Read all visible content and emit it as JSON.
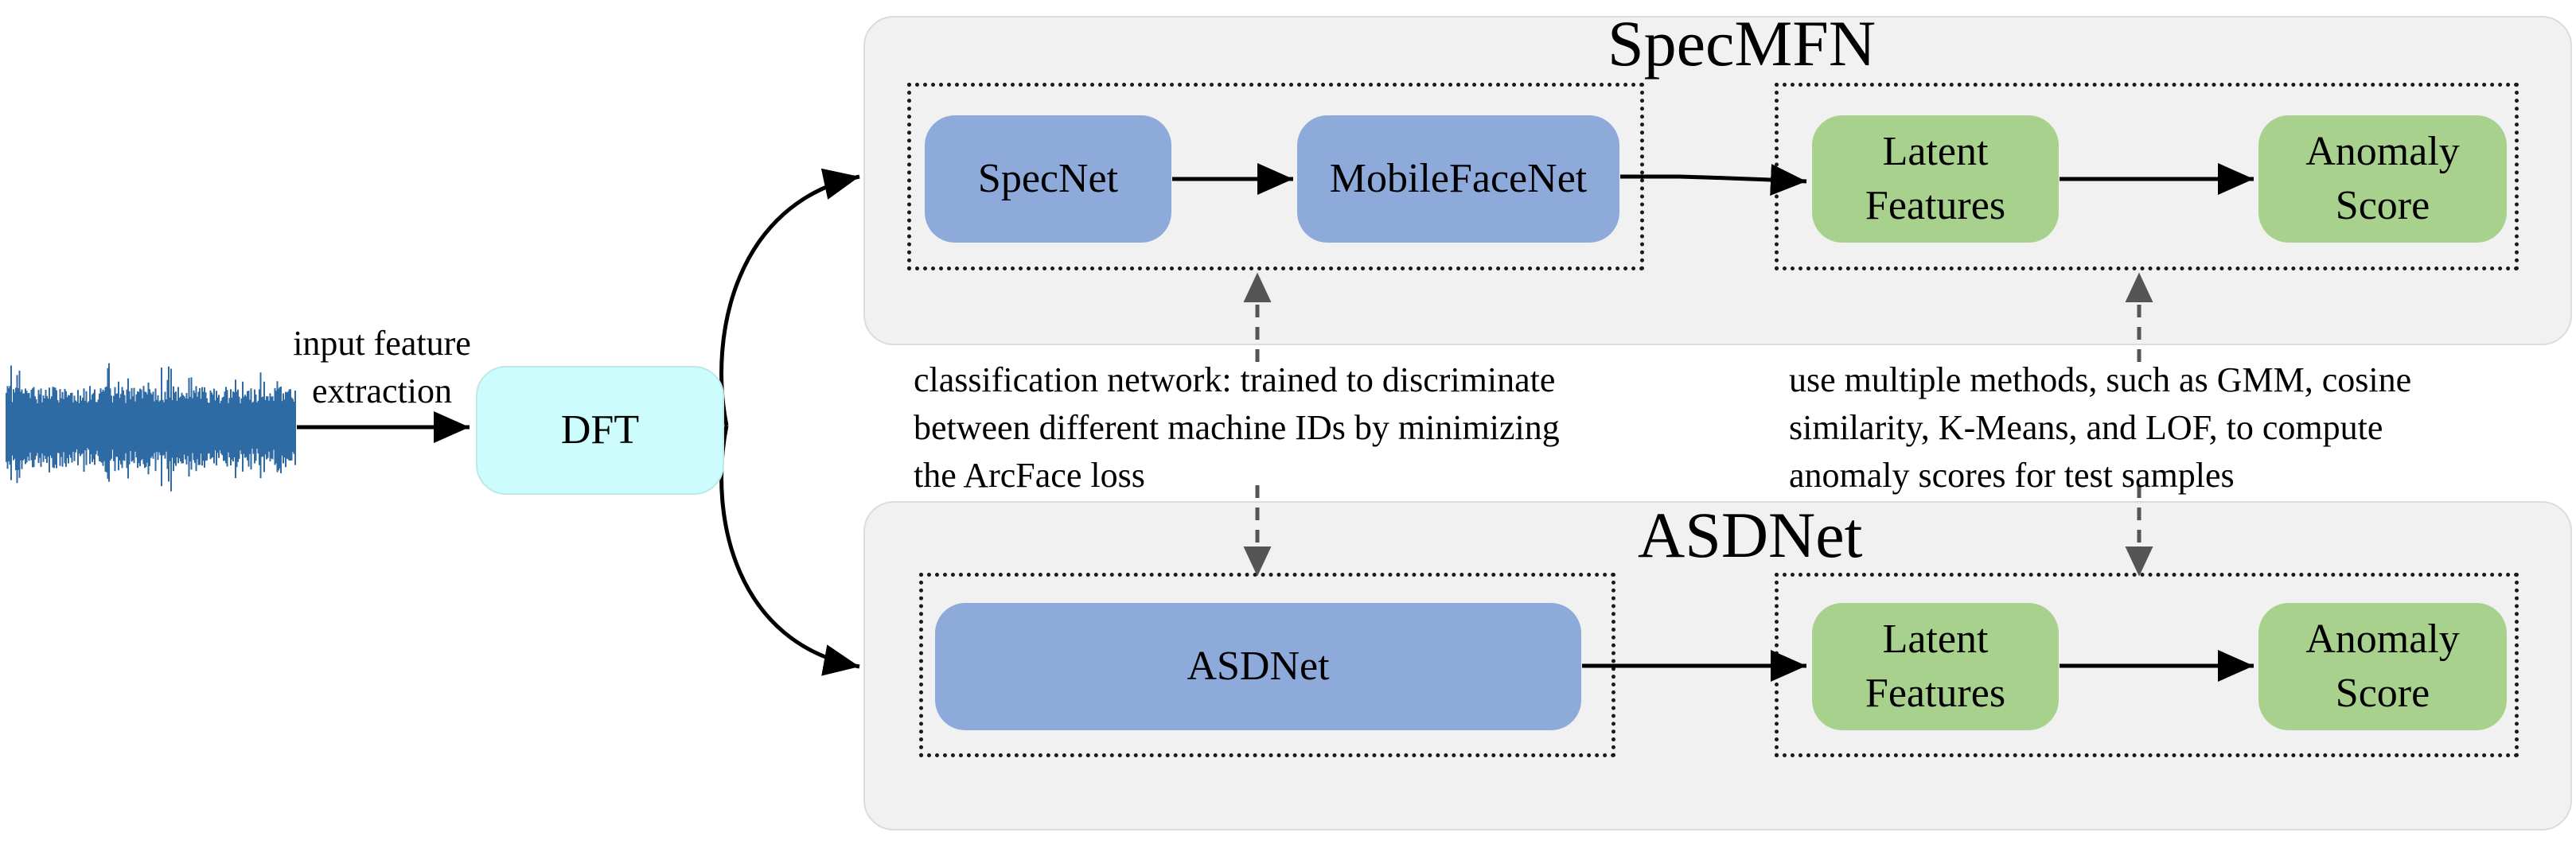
{
  "input": {
    "label_line1": "input feature",
    "label_line2": "extraction"
  },
  "dft": {
    "label": "DFT"
  },
  "specmfn": {
    "title": "SpecMFN",
    "specnet": "SpecNet",
    "mobilefacenet": "MobileFaceNet",
    "latent": "Latent\nFeatures",
    "anomaly": "Anomaly\nScore"
  },
  "asdnet": {
    "title": "ASDNet",
    "net": "ASDNet",
    "latent": "Latent\nFeatures",
    "anomaly": "Anomaly\nScore"
  },
  "annotations": {
    "classification": "classification network: trained to discriminate\nbetween different machine IDs by minimizing\nthe ArcFace loss",
    "scoring": "use multiple methods, such as GMM, cosine\nsimilarity, K-Means, and LOF, to compute\nanomaly scores for test samples"
  },
  "colors": {
    "network_blue": "#8eaadb",
    "feature_green": "#a8d18d",
    "dft_cyan": "#ccfcfc",
    "waveform_blue": "#2e6aa3",
    "panel_grey": "#f1f1f1"
  }
}
